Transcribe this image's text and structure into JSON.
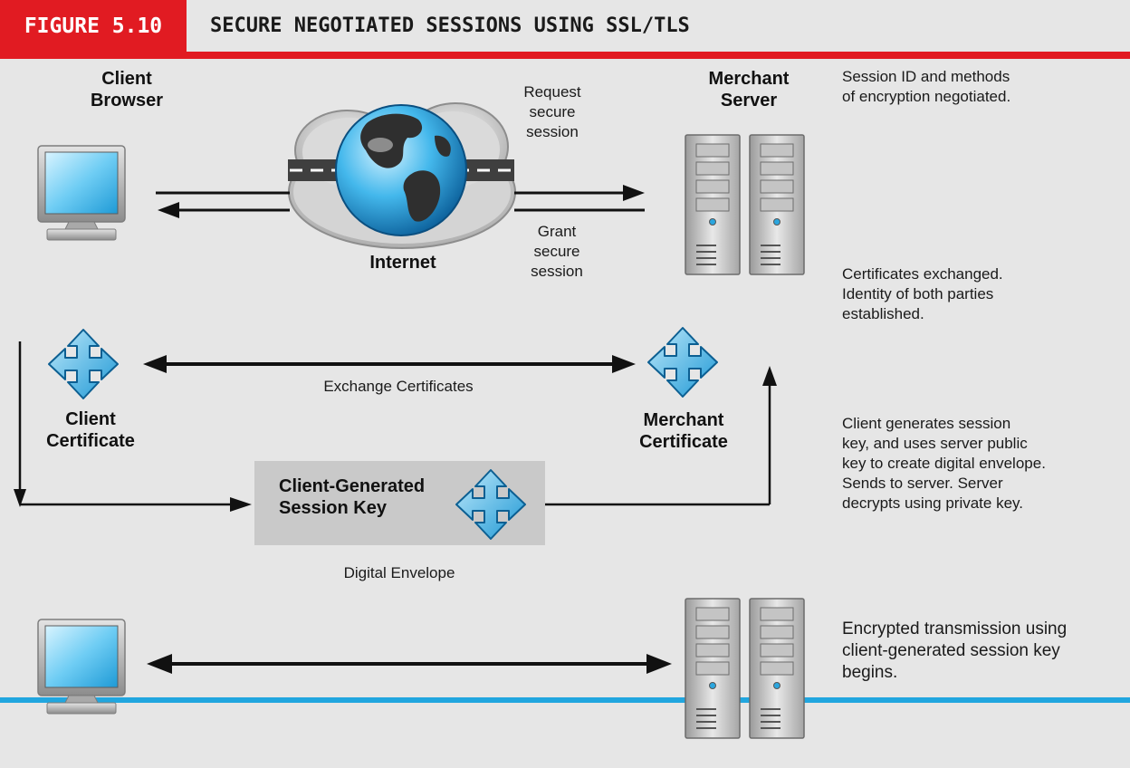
{
  "figure": {
    "label": "FIGURE 5.10",
    "title": "SECURE NEGOTIATED SESSIONS USING SSL/TLS",
    "colors": {
      "label_bg": "#e11b22",
      "rule": "#e11b22",
      "footer_rule": "#21a6df",
      "cert_icon": "#29a9e0"
    }
  },
  "row1": {
    "client_label_1": "Client",
    "client_label_2": "Browser",
    "server_label_1": "Merchant",
    "server_label_2": "Server",
    "internet_label": "Internet",
    "request_1": "Request",
    "request_2": "secure",
    "request_3": "session",
    "grant_1": "Grant",
    "grant_2": "secure",
    "grant_3": "session",
    "note_1": "Session ID and methods",
    "note_2": "of encryption negotiated."
  },
  "row2": {
    "note_1": "Certificates exchanged.",
    "note_2": "Identity of both parties",
    "note_3": "established.",
    "client_cert_1": "Client",
    "client_cert_2": "Certificate",
    "merchant_cert_1": "Merchant",
    "merchant_cert_2": "Certificate",
    "exchange_label": "Exchange Certificates"
  },
  "row3": {
    "key_label_1": "Client-Generated",
    "key_label_2": "Session Key",
    "envelope_label": "Digital Envelope",
    "note_1": "Client generates session",
    "note_2": "key, and uses server public",
    "note_3": "key to create digital envelope.",
    "note_4": "Sends to server.  Server",
    "note_5": "decrypts using private key."
  },
  "row4": {
    "note_1": "Encrypted transmission using",
    "note_2": "client-generated session key",
    "note_3": "begins."
  }
}
